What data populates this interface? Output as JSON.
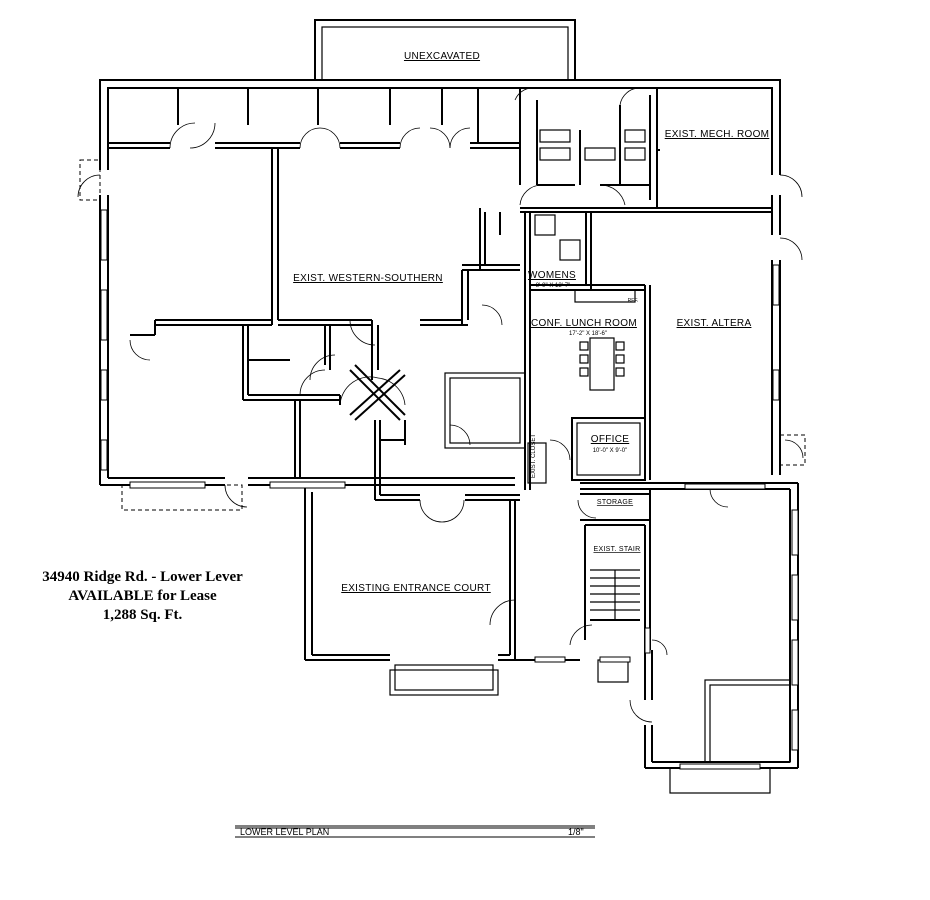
{
  "rooms": {
    "unexcavated": "UNEXCAVATED",
    "mech_room": "EXIST. MECH. ROOM",
    "western_southern": "EXIST. WESTERN-SOUTHERN",
    "womens": "WOMENS",
    "womens_dim": "8'-9\" X 13'-7\"",
    "conf_lunch_room": "CONF. LUNCH ROOM",
    "conf_dim": "17'-2\" X 18'-6\"",
    "altera": "EXIST. ALTERA",
    "office": "OFFICE",
    "office_dim": "10'-0\" X 9'-0\"",
    "exist_closet": "EXIST. CLOSET",
    "storage": "STORAGE",
    "exist_stair": "EXIST. STAIR",
    "entrance_court": "EXISTING ENTRANCE COURT",
    "ref": "REF."
  },
  "listing": {
    "address": "34940 Ridge Rd. - Lower Lever",
    "availability": "AVAILABLE for Lease",
    "area": "1,288 Sq. Ft."
  },
  "title_block": {
    "plan_name": "LOWER LEVEL PLAN",
    "scale": "1/8\""
  }
}
